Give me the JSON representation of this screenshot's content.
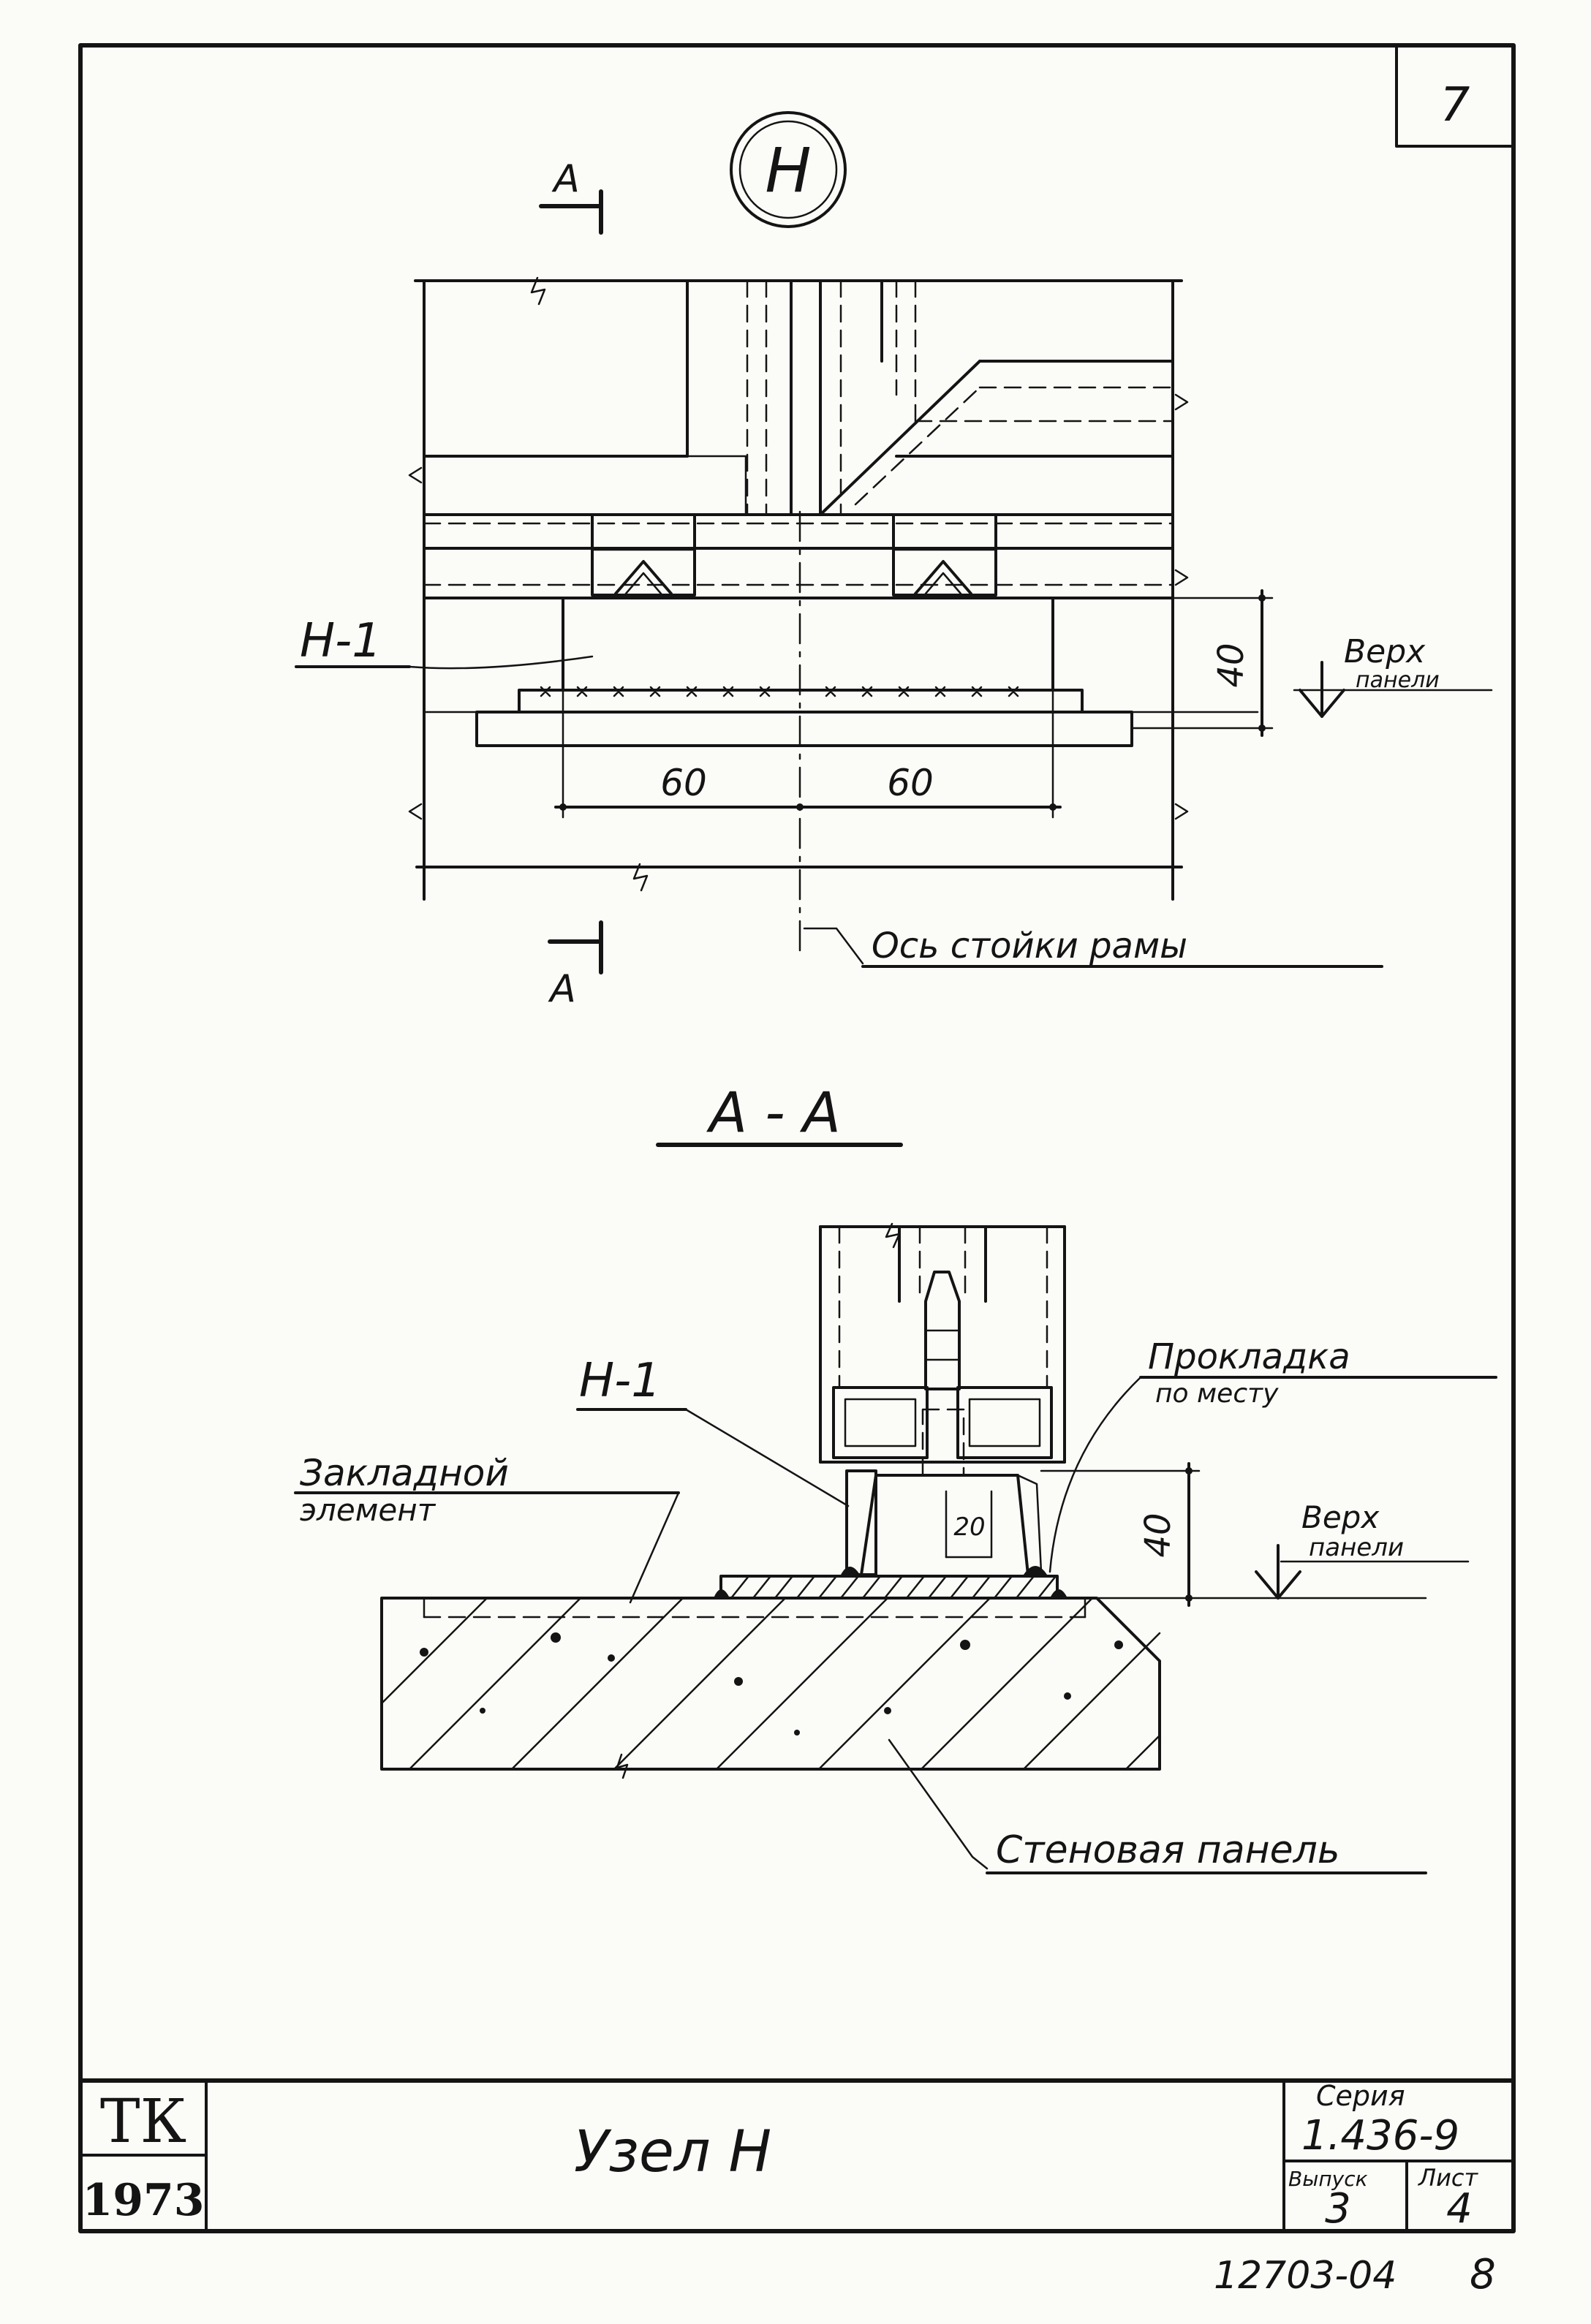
{
  "sheet_number": "7",
  "node_marker": "Н",
  "section_marks": {
    "top": "А",
    "bottom": "А"
  },
  "plan_view": {
    "part_label": "Н-1",
    "dim_left": "60",
    "dim_right": "60",
    "dim_height": "40",
    "level_label_line1": "Верх",
    "level_label_line2": "панели",
    "axis_label": "Ось стойки рамы"
  },
  "section_view": {
    "title": "А - А",
    "part_label": "Н-1",
    "embedded_label_line1": "Закладной",
    "embedded_label_line2": "элемент",
    "gasket_label_line1": "Прокладка",
    "gasket_label_line2": "по месту",
    "dim_height": "40",
    "dim_inner": "20",
    "level_label_line1": "Верх",
    "level_label_line2": "панели",
    "panel_label": "Стеновая панель"
  },
  "title_block": {
    "org": "ТК",
    "year": "1973",
    "title": "Узел Н",
    "series_label": "Серия",
    "series_value": "1.436-9",
    "issue_label": "Выпуск",
    "issue_value": "3",
    "sheet_label": "Лист",
    "sheet_value": "4"
  },
  "footer": {
    "doc_number": "12703-04",
    "page": "8"
  }
}
